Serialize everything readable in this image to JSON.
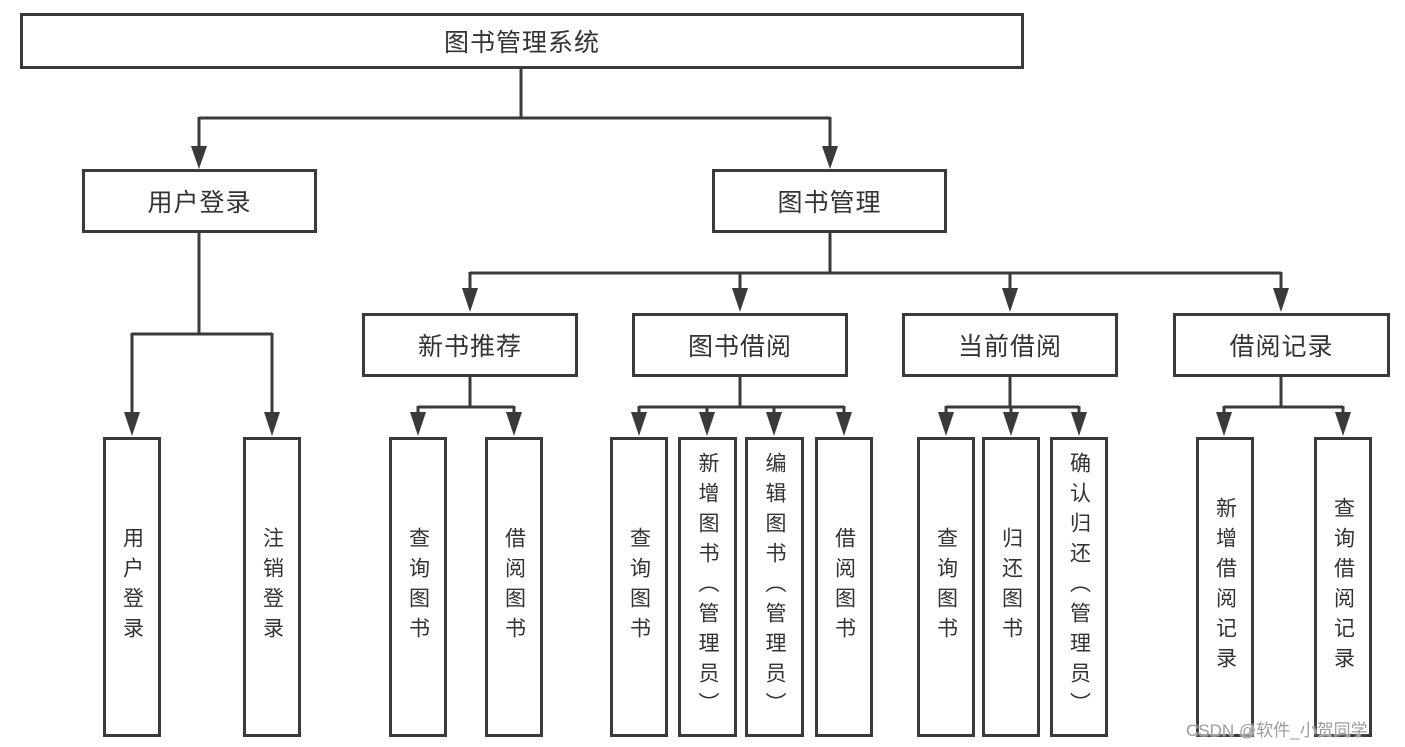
{
  "diagram": {
    "root": {
      "label": "图书管理系统"
    },
    "level2": {
      "user_login": {
        "label": "用户登录"
      },
      "book_management": {
        "label": "图书管理"
      }
    },
    "level3": {
      "new_book_recommend": {
        "label": "新书推荐"
      },
      "book_borrowing": {
        "label": "图书借阅"
      },
      "current_borrowing": {
        "label": "当前借阅"
      },
      "borrowing_records": {
        "label": "借阅记录"
      }
    },
    "leaves": {
      "user_login": [
        "用户登录",
        "注销登录"
      ],
      "new_book_recommend": [
        "查询图书",
        "借阅图书"
      ],
      "book_borrowing": [
        "查询图书",
        "新增图书（管理员）",
        "编辑图书（管理员）",
        "借阅图书"
      ],
      "current_borrowing": [
        "查询图书",
        "归还图书",
        "确认归还（管理员）"
      ],
      "borrowing_records": [
        "新增借阅记录",
        "查询借阅记录"
      ]
    },
    "colors": {
      "line": "#3a3a3a",
      "text": "#333333",
      "box_fill": "#ffffff",
      "background": "#ffffff"
    }
  },
  "watermark": {
    "text": "CSDN @软件_小贺同学"
  }
}
